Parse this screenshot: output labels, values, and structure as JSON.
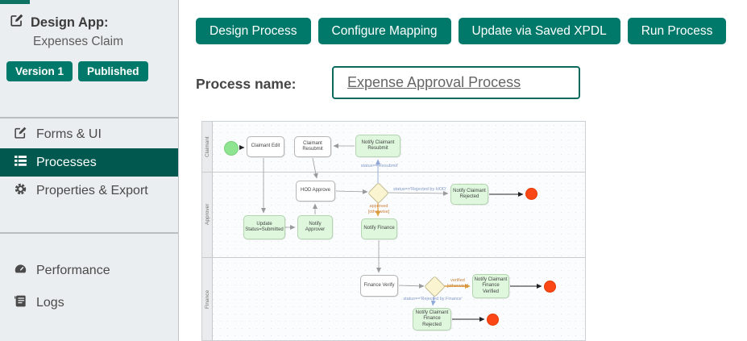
{
  "app": {
    "title": "Design App:",
    "name": "Expenses Claim",
    "version_badge": "Version 1",
    "status_badge": "Published"
  },
  "sidebar": {
    "items": [
      "Forms & UI",
      "Processes",
      "Properties & Export",
      "Performance",
      "Logs"
    ],
    "active_item": "Processes"
  },
  "toolbar": {
    "buttons": [
      "Design Process",
      "Configure Mapping",
      "Update via Saved XPDL",
      "Run Process"
    ]
  },
  "process_name": {
    "label": "Process name:",
    "value": "Expense Approval Process"
  },
  "diagram": {
    "lanes": [
      "Claimant",
      "Approver",
      "Finance"
    ],
    "nodes": {
      "claimant_edit": "Claimant Edit",
      "claimant_resubmit": "Claimant Resubmit",
      "notify_claimant_resubmit": "Notify Claimant Resubmit",
      "hod_approve": "HOD Approve",
      "update_status": "Update Status=Submitted",
      "notify_approver": "Notify Approver",
      "notify_finance": "Notify Finance",
      "notify_claimant_rejected": "Notify Claimant Rejected",
      "finance_verify": "Finance Verify",
      "notify_claimant_finance_verified": "Notify Claimant Finance Verified",
      "notify_claimant_finance_rejected": "Notify Claimant Finance Rejected"
    },
    "edge_labels": {
      "resubmit": "status=='Resubmit'",
      "rejected_hod": "status=='Rejected by HOD'",
      "approved": "approved\n[otherwise]",
      "verified": "verified\n[otherwise]",
      "rejected_finance": "status=='Rejected by Finance'"
    }
  },
  "colors": {
    "accent": "#00796b",
    "sidebar_active": "#00584e",
    "node_green": "#def7dd",
    "start_event": "#8fe48f",
    "end_event": "#fb4716",
    "gateway": "#fbf4d0",
    "condition_blue": "#8399c9",
    "condition_orange": "#c9813c"
  }
}
